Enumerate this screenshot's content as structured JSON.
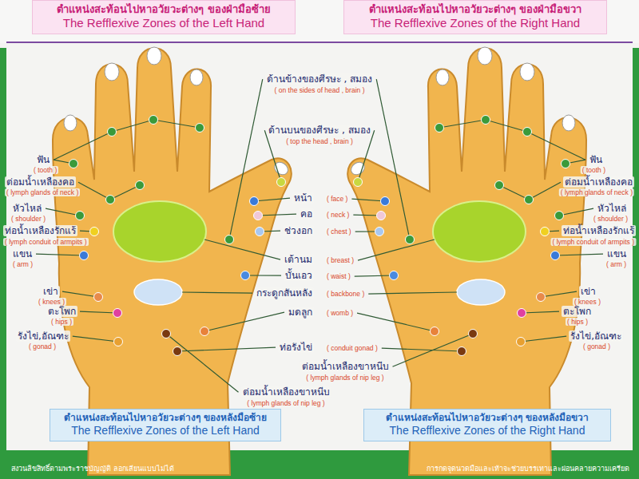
{
  "diagram": {
    "nodes": [
      {
        "text": [
          "ตำแหน่งสะท้อนไปหาอวัยวะต่างๆ ของฝ่ามือซ้าย",
          "The Refflexive Zones of the Left Hand"
        ]
      },
      {
        "text": [
          "ตำแหน่งสะท้อนไปหาอวัยวะต่างๆ ของฝ่ามือขวา",
          "The Refflexive Zones of the Right Hand"
        ]
      },
      {
        "text": [
          "ตำแหน่งสะท้อนไปหาอวัยวะต่างๆ ของหลังมือซ้าย",
          "The Refflexive Zones of the Left Hand"
        ]
      },
      {
        "text": [
          "ตำแหน่งสะท้อนไปหาอวัยวะต่างๆ ของหลังมือขวา",
          "The Refflexive Zones of the Right Hand"
        ]
      }
    ],
    "labels": [
      "ฟัน",
      "( tooth )",
      "ต่อมน้ำเหลืองคอ",
      "( lymph glands of neck )",
      "หัวไหล่",
      "( shoulder )",
      "ท่อน้ำเหลืองรักแร้",
      "( lymph conduit of armpits )",
      "แขน",
      "( arm )",
      "เข่า",
      "( knees )",
      "ตะโพก",
      "( hips )",
      "รังไข่,อัณฑะ",
      "( gonad )",
      "ด้านข้างของศีรษะ , สมอง",
      "( on the sides of head , brain )",
      "ด้านบนของศีรษะ , สมอง",
      "( top the head , brain )",
      "หน้า",
      "( face )",
      "คอ",
      "( neck )",
      "ช่วงอก",
      "( chest )",
      "เต้านม",
      "( breast )",
      "บั้นเอว",
      "( waist )",
      "กระดูกสันหลัง",
      "( backbone )",
      "มดลูก",
      "( womb )",
      "ท่อรังไข่",
      "( conduit gonad )",
      "ต่อมน้ำเหลืองขาหนีบ",
      "( lymph glands of nip leg )",
      "ต่อมน้ำเหลืองขาหนีบ",
      "( lymph glands of nip leg )",
      "ฟัน",
      "( tooth )",
      "ต่อมน้ำเหลืองคอ",
      "( lymph glands of neck )",
      "หัวไหล่",
      "( shoulder )",
      "ท่อน้ำเหลืองรักแร้",
      "( lymph conduit of armpits )",
      "แขน",
      "( arm )",
      "เข่า",
      "( knees )",
      "ตะโพก",
      "( hips )",
      "รังไข่,อัณฑะ",
      "( gonad )",
      "สงวนลิขสิทธิ์ตามพระราชบัญญัติ ลอกเลียนแบบไม่ได้",
      "การกดจุดนวดมือและเท้าจะช่วยบรรเทาและผ่อนคลายความเครียด"
    ]
  }
}
